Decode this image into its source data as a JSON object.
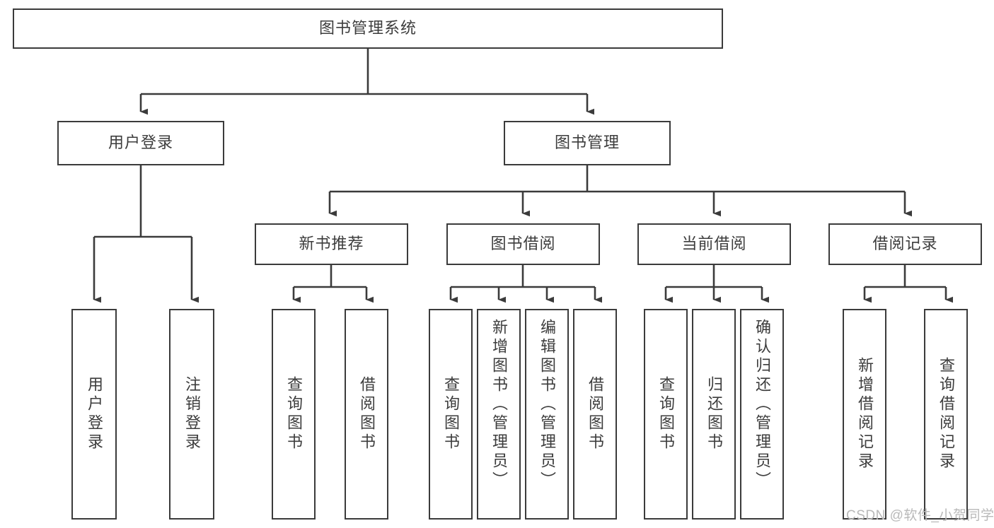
{
  "diagram": {
    "type": "tree-hierarchy-chart",
    "title_text": "图书管理系统",
    "root": {
      "label": "图书管理系统",
      "name": "root-node"
    },
    "level2": [
      {
        "label": "用户登录",
        "name": "node-user-login"
      },
      {
        "label": "图书管理",
        "name": "node-book-management"
      }
    ],
    "level3": [
      {
        "label": "新书推荐",
        "name": "node-new-book-recommend"
      },
      {
        "label": "图书借阅",
        "name": "node-book-borrow"
      },
      {
        "label": "当前借阅",
        "name": "node-current-borrow"
      },
      {
        "label": "借阅记录",
        "name": "node-borrow-record"
      }
    ],
    "leaves": {
      "user_login": [
        {
          "label": "用户登录",
          "name": "leaf-user-login"
        },
        {
          "label": "注销登录",
          "name": "leaf-logout"
        }
      ],
      "new_book_recommend": [
        {
          "label": "查询图书",
          "name": "leaf-query-book-1"
        },
        {
          "label": "借阅图书",
          "name": "leaf-borrow-book-1"
        }
      ],
      "book_borrow": [
        {
          "label": "查询图书",
          "name": "leaf-query-book-2"
        },
        {
          "label": "新增图书（管理员）",
          "name": "leaf-add-book-admin"
        },
        {
          "label": "编辑图书（管理员）",
          "name": "leaf-edit-book-admin"
        },
        {
          "label": "借阅图书",
          "name": "leaf-borrow-book-2"
        }
      ],
      "current_borrow": [
        {
          "label": "查询图书",
          "name": "leaf-query-book-3"
        },
        {
          "label": "归还图书",
          "name": "leaf-return-book"
        },
        {
          "label": "确认归还（管理员）",
          "name": "leaf-confirm-return-admin"
        }
      ],
      "borrow_record": [
        {
          "label": "新增借阅记录",
          "name": "leaf-add-borrow-record"
        },
        {
          "label": "查询借阅记录",
          "name": "leaf-query-borrow-record"
        }
      ]
    },
    "watermark": "CSDN @软件_小贺同学",
    "colors": {
      "stroke": "#3b3b3b",
      "text": "#3c3c3c",
      "background": "#ffffff",
      "watermark": "#b9b9b9"
    }
  }
}
